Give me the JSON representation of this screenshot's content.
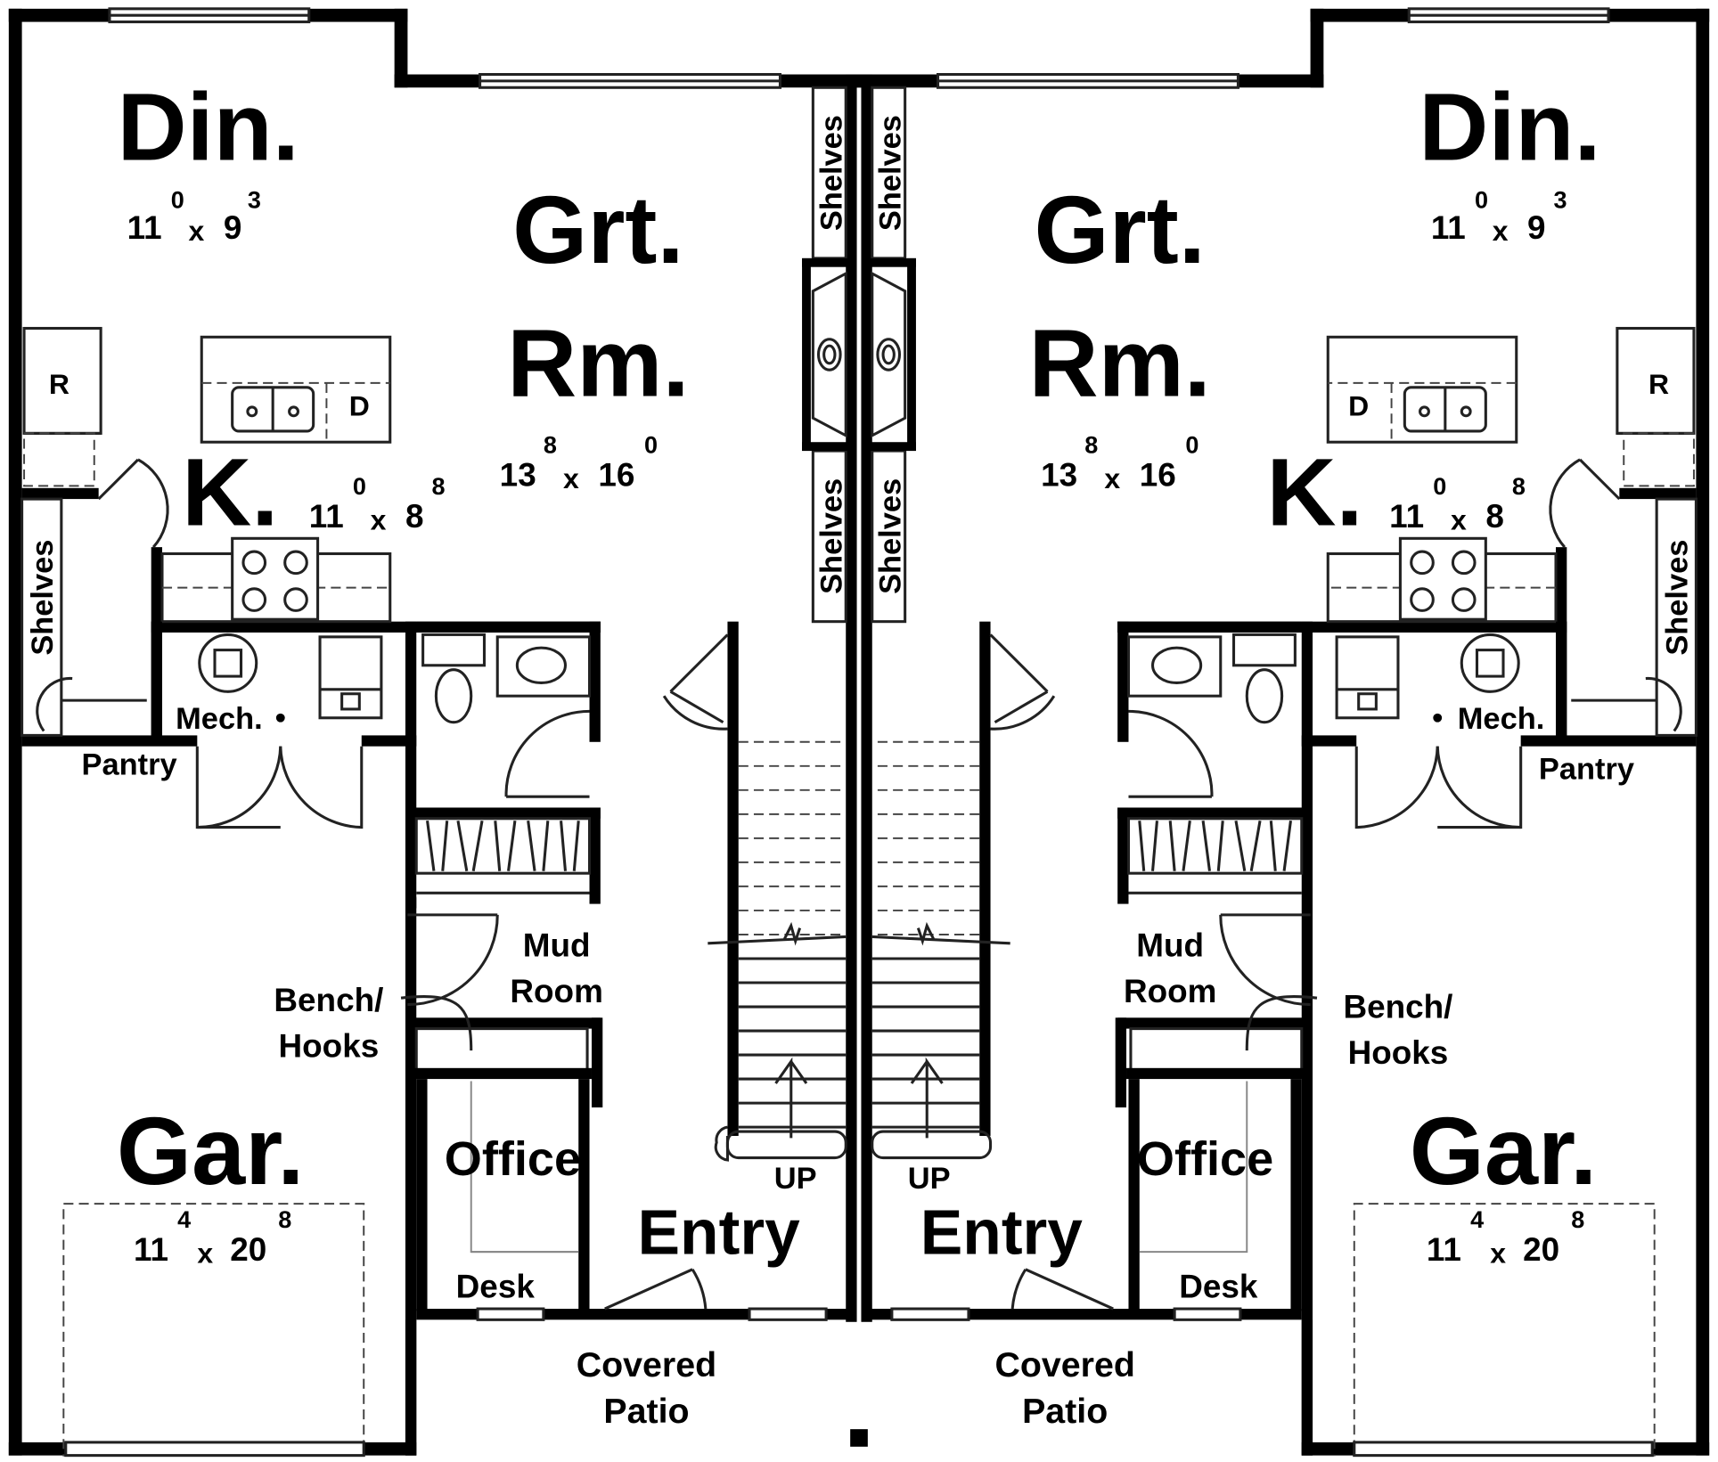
{
  "units": {
    "left": {
      "dining": {
        "name": "Din.",
        "dim_w": "11",
        "dim_w_in": "0",
        "dim_x": "x",
        "dim_h": "9",
        "dim_h_in": "3"
      },
      "great_room": {
        "name_line1": "Grt.",
        "name_line2": "Rm.",
        "dim_w": "13",
        "dim_w_in": "8",
        "dim_x": "x",
        "dim_h": "16",
        "dim_h_in": "0"
      },
      "kitchen": {
        "name": "K.",
        "dim_w": "11",
        "dim_w_in": "0",
        "dim_x": "x",
        "dim_h": "8",
        "dim_h_in": "8"
      },
      "garage": {
        "name": "Gar.",
        "dim_w": "11",
        "dim_w_in": "4",
        "dim_x": "x",
        "dim_h": "20",
        "dim_h_in": "8"
      },
      "office": "Office",
      "entry": "Entry",
      "mech": "Mech.",
      "pantry": "Pantry",
      "mud_room_1": "Mud",
      "mud_room_2": "Room",
      "bench_1": "Bench/",
      "bench_2": "Hooks",
      "desk": "Desk",
      "up": "UP",
      "patio_1": "Covered",
      "patio_2": "Patio",
      "shelves_pantry": "Shelves",
      "shelves_upper": "Shelves",
      "shelves_lower": "Shelves",
      "fridge": "R",
      "dishwasher": "D"
    },
    "right": {
      "dining": {
        "name": "Din.",
        "dim_w": "11",
        "dim_w_in": "0",
        "dim_x": "x",
        "dim_h": "9",
        "dim_h_in": "3"
      },
      "great_room": {
        "name_line1": "Grt.",
        "name_line2": "Rm.",
        "dim_w": "13",
        "dim_w_in": "8",
        "dim_x": "x",
        "dim_h": "16",
        "dim_h_in": "0"
      },
      "kitchen": {
        "name": "K.",
        "dim_w": "11",
        "dim_w_in": "0",
        "dim_x": "x",
        "dim_h": "8",
        "dim_h_in": "8"
      },
      "garage": {
        "name": "Gar.",
        "dim_w": "11",
        "dim_w_in": "4",
        "dim_x": "x",
        "dim_h": "20",
        "dim_h_in": "8"
      },
      "office": "Office",
      "entry": "Entry",
      "mech": "Mech.",
      "pantry": "Pantry",
      "mud_room_1": "Mud",
      "mud_room_2": "Room",
      "bench_1": "Bench/",
      "bench_2": "Hooks",
      "desk": "Desk",
      "up": "UP",
      "patio_1": "Covered",
      "patio_2": "Patio",
      "shelves_pantry": "Shelves",
      "shelves_upper": "Shelves",
      "shelves_lower": "Shelves",
      "fridge": "R",
      "dishwasher": "D"
    }
  }
}
